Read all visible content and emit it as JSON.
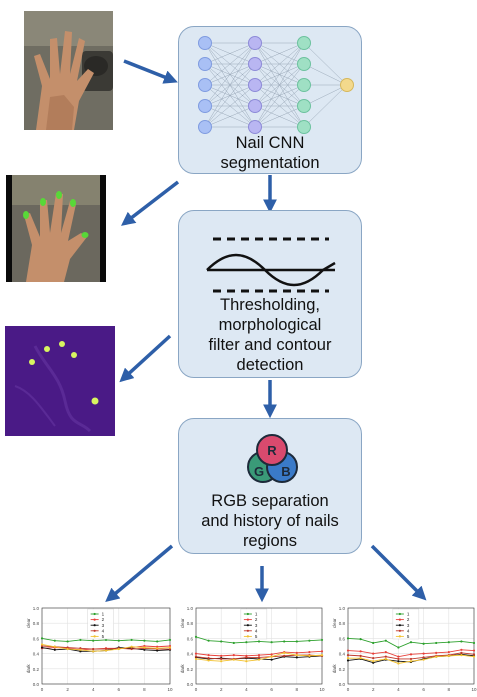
{
  "steps": {
    "cnn": {
      "line1": "Nail CNN",
      "line2": "segmentation"
    },
    "threshold": {
      "line1": "Thresholding,",
      "line2": "morphological",
      "line3": "filter and contour",
      "line4": "detection"
    },
    "rgb": {
      "line1": "RGB separation",
      "line2": "and history of nails",
      "line3": "regions",
      "venn": {
        "r": "R",
        "g": "G",
        "b": "B"
      }
    }
  },
  "colors": {
    "arrow": "#2e5fa8",
    "box_fill": "#dde8f3",
    "box_border": "#8aa6c4",
    "heatmap_bg": "#4a1a86",
    "spot": "#d8f560"
  },
  "icons": [
    "neural-network-icon",
    "threshold-wave-icon",
    "rgb-venn-icon",
    "hand-photo",
    "segmented-hand-photo",
    "heatmap-image"
  ],
  "chart_data": [
    {
      "type": "line",
      "x": [
        0,
        1,
        2,
        3,
        4,
        5,
        6,
        7,
        8,
        9,
        10
      ],
      "xticks": [
        "0",
        "2",
        "4",
        "6",
        "8",
        "10"
      ],
      "yticks": [
        "0.0",
        "0.2",
        "0.4",
        "0.6",
        "0.8",
        "1.0"
      ],
      "xlim": [
        0,
        10
      ],
      "ylim": [
        0,
        1
      ],
      "ylabel_top": "clear",
      "ylabel_bottom": "dark",
      "grid": true,
      "legend": "top-center",
      "series": [
        {
          "name": "1",
          "color": "#2ca02c",
          "values": [
            0.6,
            0.57,
            0.56,
            0.58,
            0.57,
            0.58,
            0.57,
            0.58,
            0.57,
            0.56,
            0.58
          ]
        },
        {
          "name": "2",
          "color": "#e8403a",
          "values": [
            0.47,
            0.48,
            0.47,
            0.45,
            0.46,
            0.47,
            0.47,
            0.48,
            0.5,
            0.49,
            0.5
          ]
        },
        {
          "name": "3",
          "color": "#111111",
          "values": [
            0.48,
            0.45,
            0.46,
            0.43,
            0.43,
            0.44,
            0.48,
            0.47,
            0.45,
            0.44,
            0.45
          ]
        },
        {
          "name": "4",
          "color": "#c0392b",
          "values": [
            0.5,
            0.49,
            0.48,
            0.47,
            0.46,
            0.46,
            0.47,
            0.46,
            0.47,
            0.46,
            0.46
          ]
        },
        {
          "name": "5",
          "color": "#f2c230",
          "values": [
            0.52,
            0.49,
            0.46,
            0.45,
            0.43,
            0.44,
            0.46,
            0.49,
            0.48,
            0.47,
            0.48
          ]
        }
      ]
    },
    {
      "type": "line",
      "x": [
        0,
        1,
        2,
        3,
        4,
        5,
        6,
        7,
        8,
        9,
        10
      ],
      "xticks": [
        "0",
        "2",
        "4",
        "6",
        "8",
        "10"
      ],
      "yticks": [
        "0.0",
        "0.2",
        "0.4",
        "0.6",
        "0.8",
        "1.0"
      ],
      "xlim": [
        0,
        10
      ],
      "ylim": [
        0,
        1
      ],
      "ylabel_top": "clear",
      "ylabel_bottom": "dark",
      "grid": true,
      "legend": "top-center",
      "series": [
        {
          "name": "1",
          "color": "#2ca02c",
          "values": [
            0.62,
            0.57,
            0.56,
            0.54,
            0.55,
            0.56,
            0.55,
            0.56,
            0.56,
            0.57,
            0.58
          ]
        },
        {
          "name": "2",
          "color": "#e8403a",
          "values": [
            0.4,
            0.38,
            0.37,
            0.38,
            0.37,
            0.38,
            0.39,
            0.42,
            0.41,
            0.42,
            0.43
          ]
        },
        {
          "name": "3",
          "color": "#111111",
          "values": [
            0.35,
            0.33,
            0.34,
            0.33,
            0.34,
            0.33,
            0.32,
            0.36,
            0.35,
            0.36,
            0.37
          ]
        },
        {
          "name": "4",
          "color": "#c0392b",
          "values": [
            0.36,
            0.34,
            0.33,
            0.33,
            0.35,
            0.35,
            0.36,
            0.37,
            0.38,
            0.38,
            0.37
          ]
        },
        {
          "name": "5",
          "color": "#f2c230",
          "values": [
            0.33,
            0.31,
            0.3,
            0.32,
            0.3,
            0.32,
            0.36,
            0.41,
            0.38,
            0.37,
            0.38
          ]
        }
      ]
    },
    {
      "type": "line",
      "x": [
        0,
        1,
        2,
        3,
        4,
        5,
        6,
        7,
        8,
        9,
        10
      ],
      "xticks": [
        "0",
        "2",
        "4",
        "6",
        "8",
        "10"
      ],
      "yticks": [
        "0.0",
        "0.2",
        "0.4",
        "0.6",
        "0.8",
        "1.0"
      ],
      "xlim": [
        0,
        10
      ],
      "ylim": [
        0,
        1
      ],
      "ylabel_top": "clear",
      "ylabel_bottom": "dark",
      "grid": true,
      "legend": "top-center",
      "series": [
        {
          "name": "1",
          "color": "#2ca02c",
          "values": [
            0.6,
            0.59,
            0.54,
            0.57,
            0.48,
            0.55,
            0.53,
            0.54,
            0.55,
            0.56,
            0.54
          ]
        },
        {
          "name": "2",
          "color": "#e8403a",
          "values": [
            0.44,
            0.43,
            0.4,
            0.42,
            0.36,
            0.39,
            0.4,
            0.41,
            0.42,
            0.45,
            0.44
          ]
        },
        {
          "name": "3",
          "color": "#111111",
          "values": [
            0.31,
            0.33,
            0.28,
            0.32,
            0.3,
            0.29,
            0.33,
            0.36,
            0.37,
            0.39,
            0.37
          ]
        },
        {
          "name": "4",
          "color": "#c0392b",
          "values": [
            0.38,
            0.37,
            0.34,
            0.36,
            0.33,
            0.33,
            0.35,
            0.37,
            0.38,
            0.41,
            0.39
          ]
        },
        {
          "name": "5",
          "color": "#f2c230",
          "values": [
            0.34,
            0.34,
            0.3,
            0.33,
            0.27,
            0.3,
            0.32,
            0.36,
            0.37,
            0.38,
            0.36
          ]
        }
      ]
    }
  ]
}
